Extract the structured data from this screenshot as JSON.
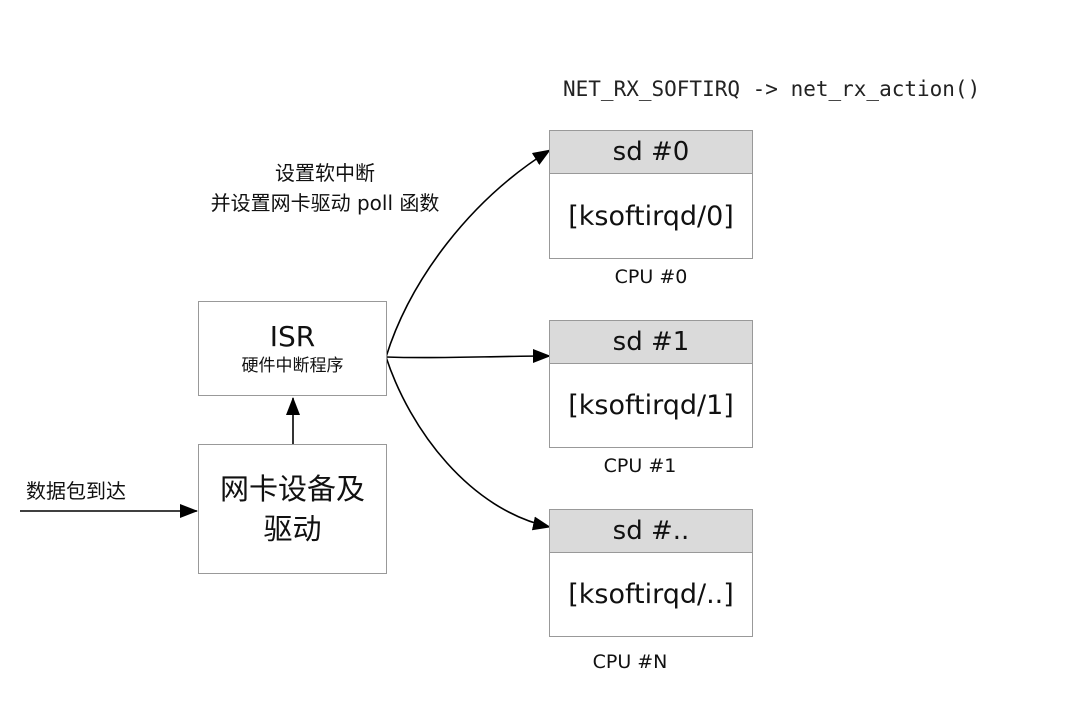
{
  "header_note": "NET_RX_SOFTIRQ -> net_rx_action()",
  "annotation": {
    "line1": "设置软中断",
    "line2": "并设置网卡驱动 poll 函数"
  },
  "input_label": "数据包到达",
  "nic_box": {
    "line1": "网卡设备及",
    "line2": "驱动"
  },
  "isr_box": {
    "title": "ISR",
    "subtitle": "硬件中断程序"
  },
  "cpus": [
    {
      "sd": "sd #0",
      "thread": "[ksoftirqd/0]",
      "cpu": "CPU #0"
    },
    {
      "sd": "sd #1",
      "thread": "[ksoftirqd/1]",
      "cpu": "CPU #1"
    },
    {
      "sd": "sd #..",
      "thread": "[ksoftirqd/..]",
      "cpu": "CPU #N"
    }
  ],
  "colors": {
    "box_border": "#999999",
    "header_fill": "#dadada",
    "arrow": "#000000"
  }
}
